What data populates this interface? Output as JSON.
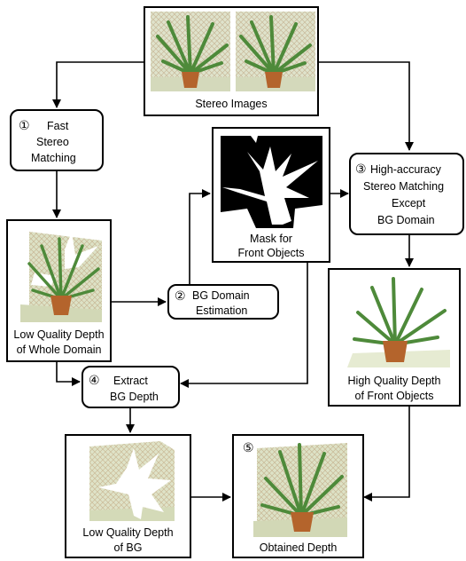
{
  "nodes": {
    "stereo_images": {
      "caption": "Stereo Images"
    },
    "fast_matching": {
      "number": "①",
      "line1": "Fast",
      "line2": "Stereo",
      "line3": "Matching"
    },
    "mask": {
      "line1": "Mask for",
      "line2": "Front Objects"
    },
    "high_accuracy": {
      "number": "③",
      "line1": "High-accuracy",
      "line2": "Stereo Matching",
      "line3": "Except",
      "line4": "BG Domain"
    },
    "low_quality_whole": {
      "line1": "Low Quality Depth",
      "line2": "of Whole Domain"
    },
    "bg_estimation": {
      "number": "②",
      "line1": "BG Domain",
      "line2": "Estimation"
    },
    "high_quality_front": {
      "line1": "High Quality Depth",
      "line2": "of Front Objects"
    },
    "extract_bg": {
      "number": "④",
      "line1": "Extract",
      "line2": "BG Depth"
    },
    "low_quality_bg": {
      "line1": "Low Quality Depth",
      "line2": "of BG"
    },
    "obtained": {
      "number": "⑤",
      "caption": "Obtained Depth"
    }
  },
  "colors": {
    "plant_green": "#4e8a3a",
    "pot_brown": "#b4642c",
    "backdrop": "#d8ddc4",
    "floor": "#cfd8b0"
  }
}
